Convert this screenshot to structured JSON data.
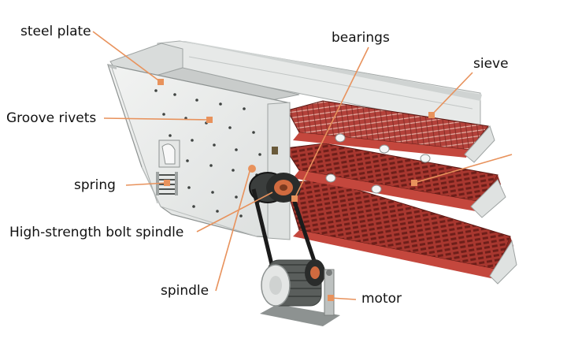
{
  "labels": {
    "steel_plate": "steel plate",
    "groove_rivets": "Groove rivets",
    "spring": "spring",
    "bolt_spindle": "High-strength bolt spindle",
    "spindle": "spindle",
    "bearings": "bearings",
    "sieve": "sieve",
    "motor": "motor"
  },
  "colors": {
    "frame": "#e9ebea",
    "frame_edge": "#9ea3a2",
    "screen_deck": "#b3413a",
    "screen_dark": "#7a2620",
    "pointer": "#e8925c",
    "motor_body": "#5a5e5c",
    "belt": "#1b1b1b"
  }
}
